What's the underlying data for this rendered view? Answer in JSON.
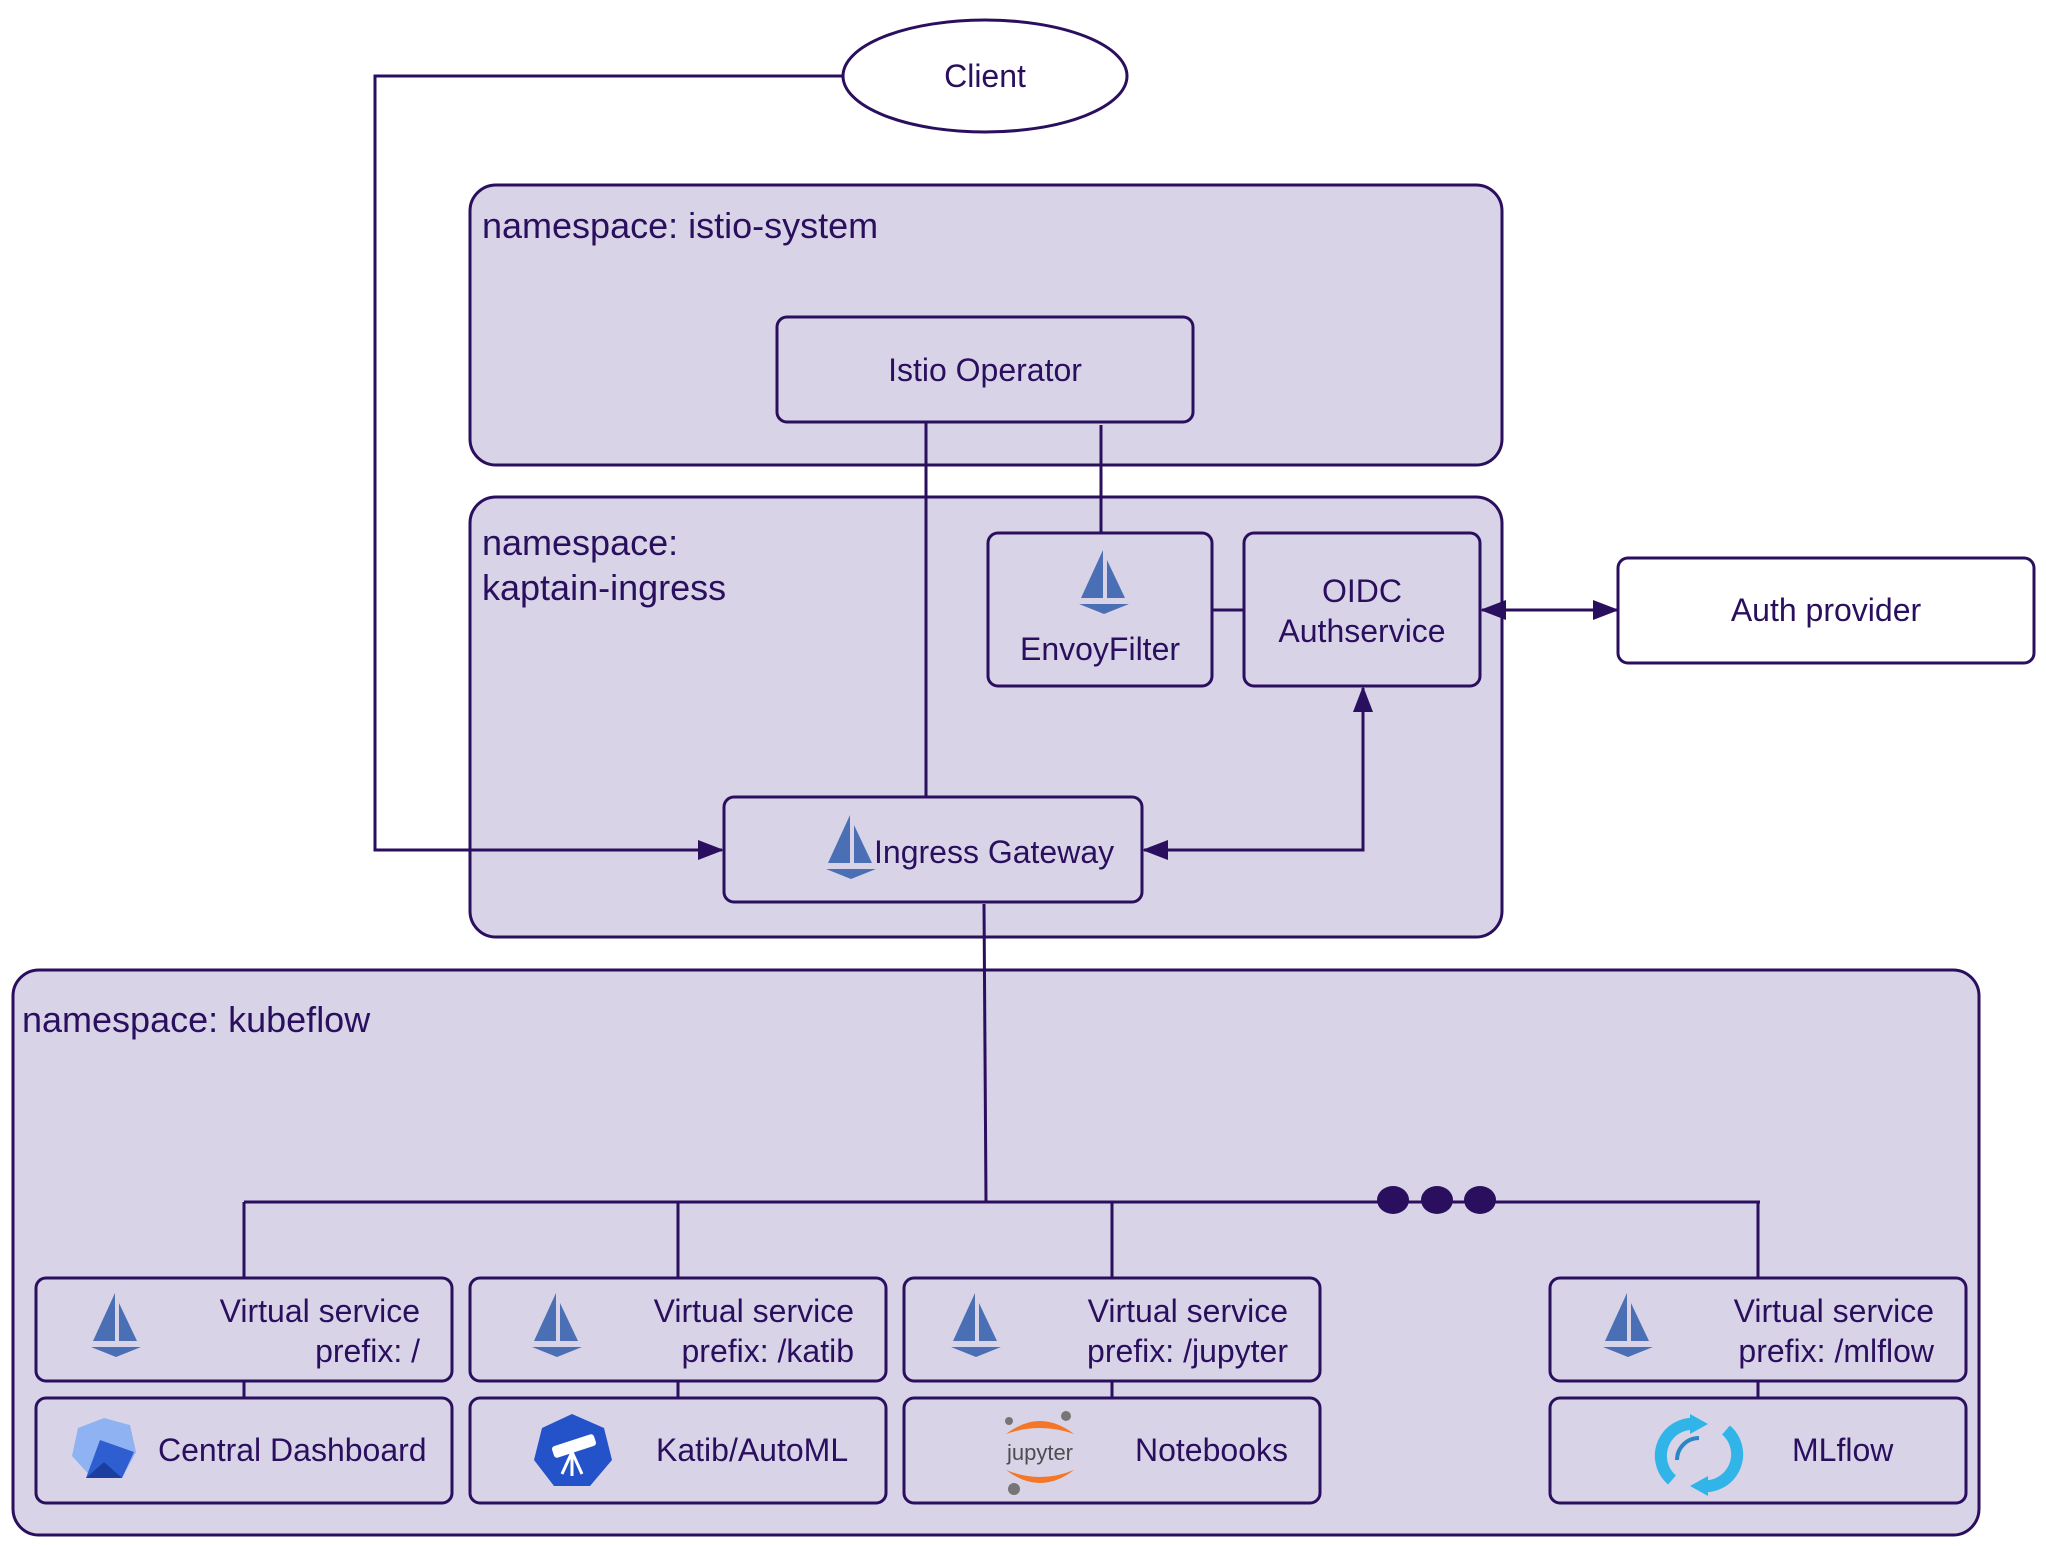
{
  "client": {
    "label": "Client"
  },
  "namespaces": {
    "istio_system": {
      "label": "namespace: istio-system"
    },
    "kaptain_ingress": {
      "label_line1": "namespace:",
      "label_line2": "kaptain-ingress"
    },
    "kubeflow": {
      "label": "namespace: kubeflow"
    }
  },
  "components": {
    "istio_operator": "Istio Operator",
    "envoy_filter": "EnvoyFilter",
    "oidc_line1": "OIDC",
    "oidc_line2": "Authservice",
    "ingress_gateway": "Ingress Gateway",
    "auth_provider": "Auth provider"
  },
  "virtual_services": [
    {
      "title": "Virtual service",
      "prefix": "prefix: /",
      "service": "Central Dashboard",
      "icon": "central-dashboard-icon"
    },
    {
      "title": "Virtual service",
      "prefix": "prefix: /katib",
      "service": "Katib/AutoML",
      "icon": "katib-telescope-icon"
    },
    {
      "title": "Virtual service",
      "prefix": "prefix: /jupyter",
      "service": "Notebooks",
      "icon": "jupyter-icon"
    },
    {
      "title": "Virtual service",
      "prefix": "prefix: /mlflow",
      "service": "MLflow",
      "icon": "mlflow-icon"
    }
  ],
  "jupyter_logo_text": "jupyter",
  "colors": {
    "border": "#2a0f5e",
    "namespace_fill": "#d9d3e8",
    "istio_sail": "#4a6fb5",
    "katib_blue": "#2453c9",
    "jupyter_orange": "#f37726",
    "mlflow_cyan": "#31b5e8"
  }
}
